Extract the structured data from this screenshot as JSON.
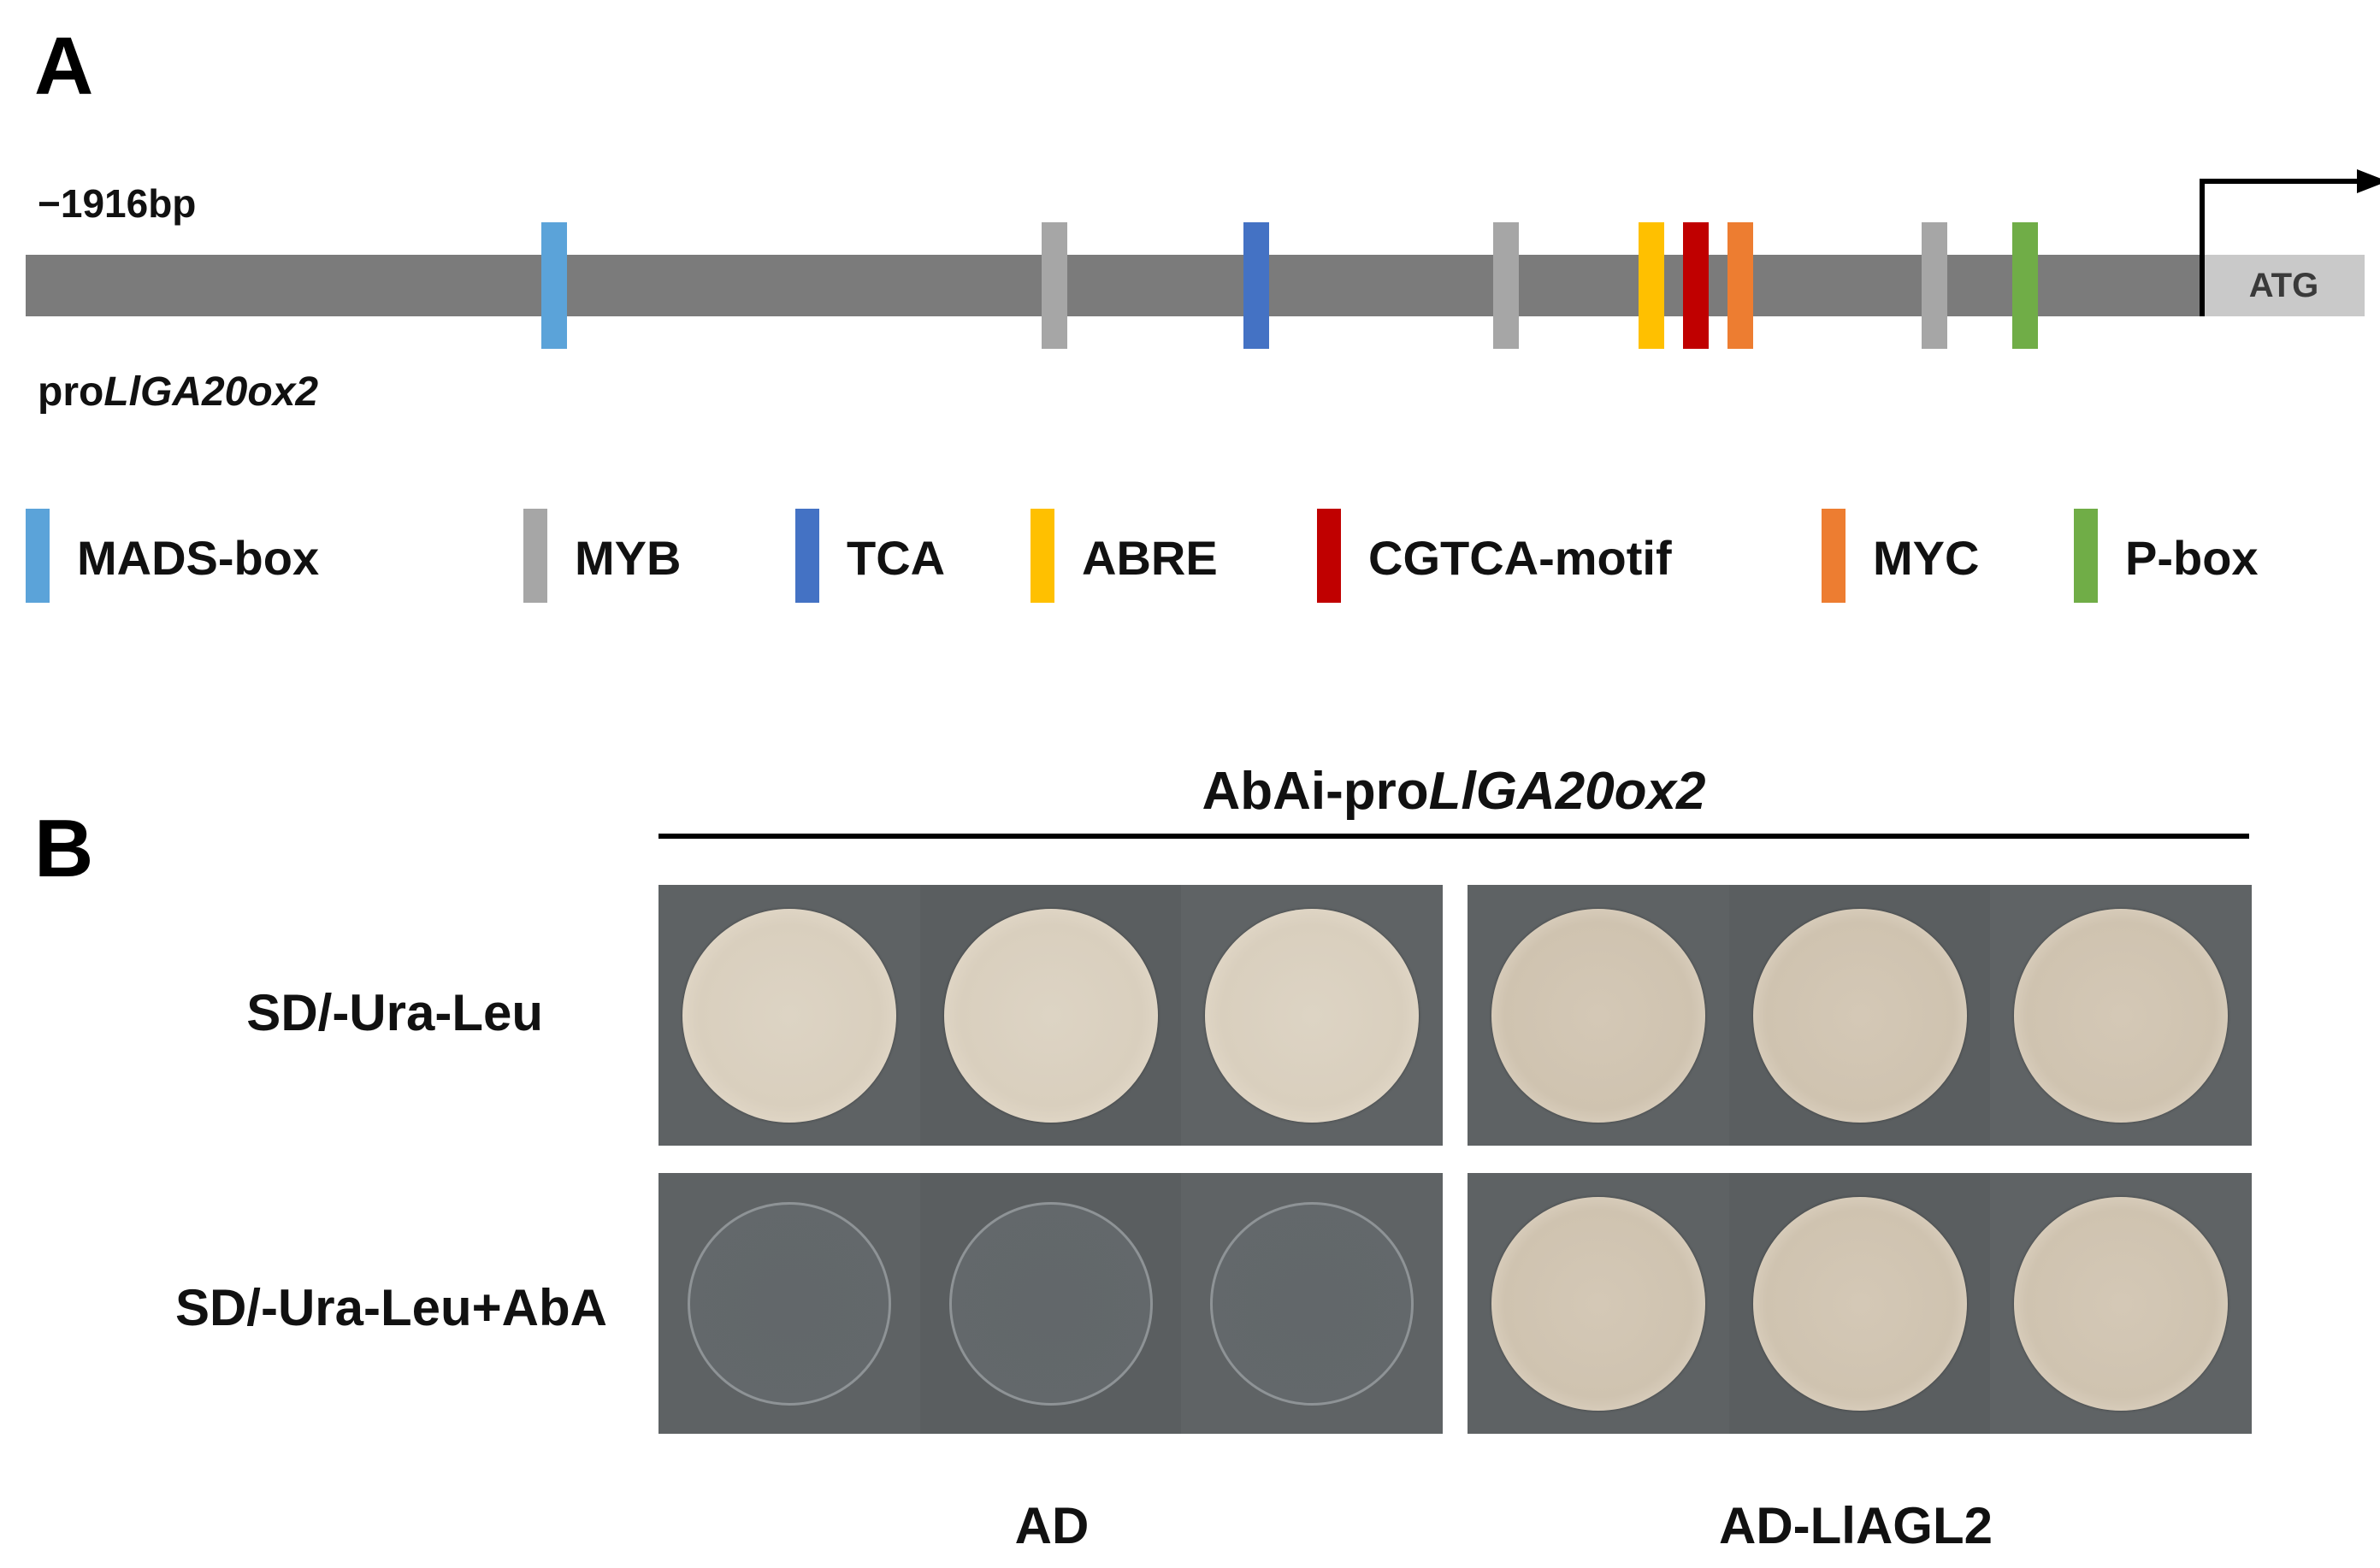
{
  "panel_a": {
    "letter": "A",
    "length_label": "−1916bp",
    "promoter_prefix": "pro",
    "promoter_gene": "LlGA20ox2",
    "atg_label": "ATG",
    "elements": [
      {
        "type": "MADS-box",
        "color": "#5ba3d9",
        "pos": 0.226
      },
      {
        "type": "MYB",
        "color": "#a6a6a6",
        "pos": 0.44
      },
      {
        "type": "TCA",
        "color": "#4472c4",
        "pos": 0.526
      },
      {
        "type": "MYB",
        "color": "#a6a6a6",
        "pos": 0.633
      },
      {
        "type": "ABRE",
        "color": "#ffc000",
        "pos": 0.695
      },
      {
        "type": "CGTCA-motif",
        "color": "#c00000",
        "pos": 0.714
      },
      {
        "type": "MYC",
        "color": "#ed7d31",
        "pos": 0.733
      },
      {
        "type": "MYB",
        "color": "#a6a6a6",
        "pos": 0.816
      },
      {
        "type": "P-box",
        "color": "#70ad47",
        "pos": 0.855
      }
    ],
    "legend": [
      {
        "label": "MADS-box",
        "color": "#5ba3d9"
      },
      {
        "label": "MYB",
        "color": "#a6a6a6"
      },
      {
        "label": "TCA",
        "color": "#4472c4"
      },
      {
        "label": "ABRE",
        "color": "#ffc000"
      },
      {
        "label": "CGTCA-motif",
        "color": "#c00000"
      },
      {
        "label": "MYC",
        "color": "#ed7d31"
      },
      {
        "label": "P-box",
        "color": "#70ad47"
      }
    ]
  },
  "panel_b": {
    "letter": "B",
    "header_prefix": "AbAi-pro",
    "header_gene": "LlGA20ox2",
    "rows": [
      "SD/-Ura-Leu",
      "SD/-Ura-Leu+AbA"
    ],
    "columns": [
      "AD",
      "AD-LlAGL2"
    ],
    "growth": [
      [
        "growth",
        "growth"
      ],
      [
        "no growth",
        "growth"
      ]
    ]
  }
}
